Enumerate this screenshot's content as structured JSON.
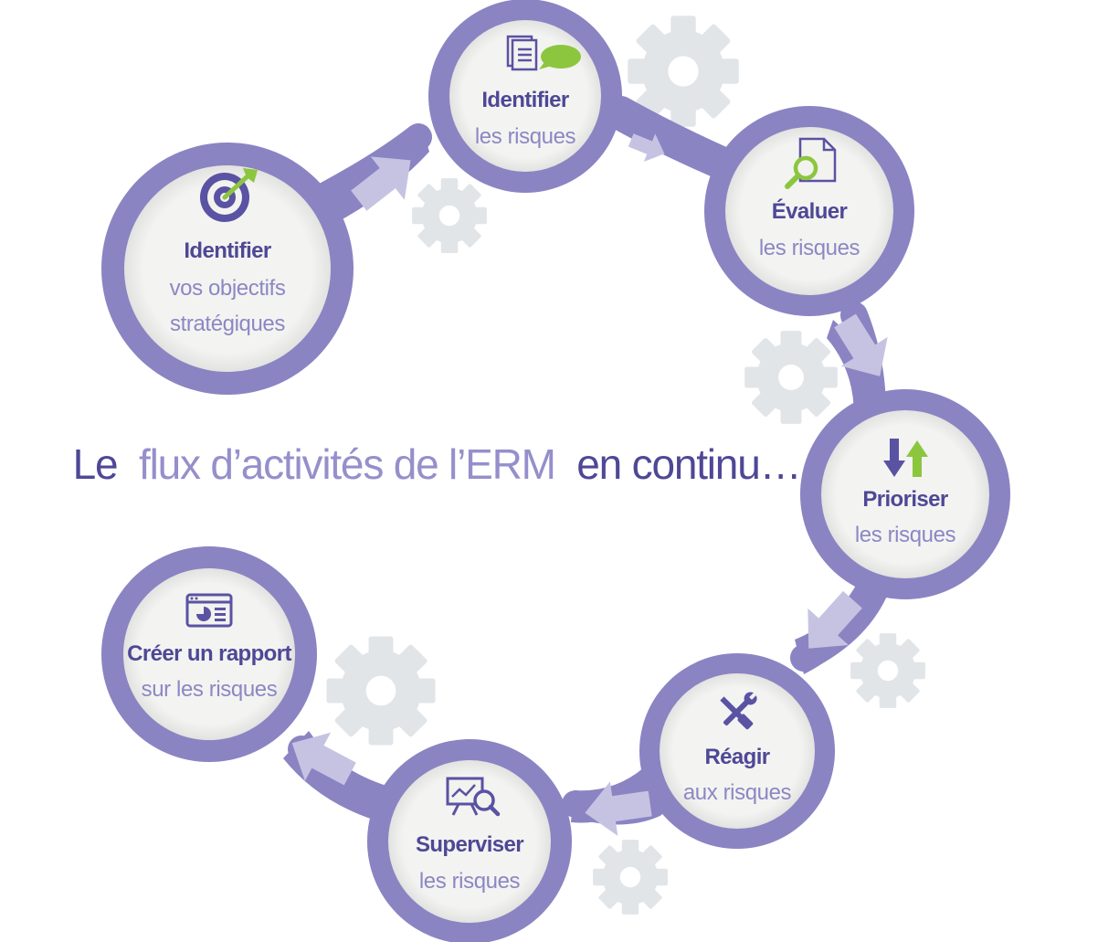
{
  "title": {
    "part1": "Le",
    "part2": "flux d’activités de l’ERM",
    "part3": "en continu…"
  },
  "steps": [
    {
      "name": "Identifier",
      "sub": [
        "vos objectifs",
        "stratégiques"
      ],
      "icon": "target-icon"
    },
    {
      "name": "Identifier",
      "sub": [
        "les risques"
      ],
      "icon": "documents-chat-icon"
    },
    {
      "name": "Évaluer",
      "sub": [
        "les risques"
      ],
      "icon": "magnifier-document-icon"
    },
    {
      "name": "Prioriser",
      "sub": [
        "les risques"
      ],
      "icon": "up-down-arrows-icon"
    },
    {
      "name": "Réagir",
      "sub": [
        "aux risques"
      ],
      "icon": "tools-icon"
    },
    {
      "name": "Superviser",
      "sub": [
        "les risques"
      ],
      "icon": "presentation-search-icon"
    },
    {
      "name": "Créer un rapport",
      "sub": [
        "sur les risques"
      ],
      "icon": "report-window-icon"
    }
  ],
  "colors": {
    "ring": "#8a84c3",
    "circle_fill": "#f2f2ef",
    "arrow": "#c6c3e2",
    "gear": "#e1e5e8",
    "text_dark": "#4e4896",
    "text_light": "#8c87c4",
    "accent_green": "#8cc63f"
  }
}
